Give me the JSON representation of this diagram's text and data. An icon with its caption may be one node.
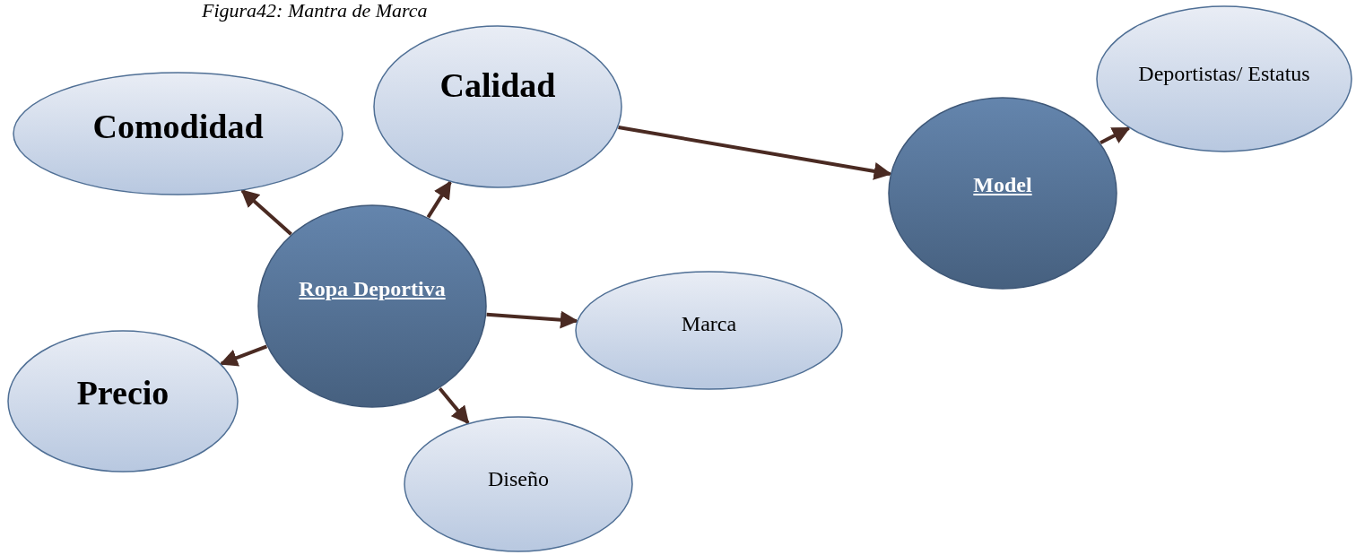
{
  "diagram": {
    "title": "Figura42: Mantra de Marca",
    "nodes": [
      {
        "text": [
          "Comodidad"
        ]
      },
      {
        "text": [
          "Calidad"
        ]
      },
      {
        "text": [
          "Ropa Deportiva"
        ]
      },
      {
        "text": [
          "Marca"
        ]
      },
      {
        "text": [
          "Precio"
        ]
      },
      {
        "text": [
          "Diseño"
        ]
      },
      {
        "text": [
          "Model"
        ]
      },
      {
        "text": [
          "Deportistas/ Estatus"
        ]
      }
    ],
    "edges": [
      {
        "from": 2,
        "to": 0,
        "arrow": "to"
      },
      {
        "from": 2,
        "to": 1,
        "arrow": "to"
      },
      {
        "from": 2,
        "to": 3,
        "arrow": "to"
      },
      {
        "from": 2,
        "to": 4,
        "arrow": "to"
      },
      {
        "from": 2,
        "to": 5,
        "arrow": "to"
      },
      {
        "from": 1,
        "to": 6,
        "arrow": "to"
      },
      {
        "from": 6,
        "to": 7,
        "arrow": "to"
      }
    ]
  }
}
